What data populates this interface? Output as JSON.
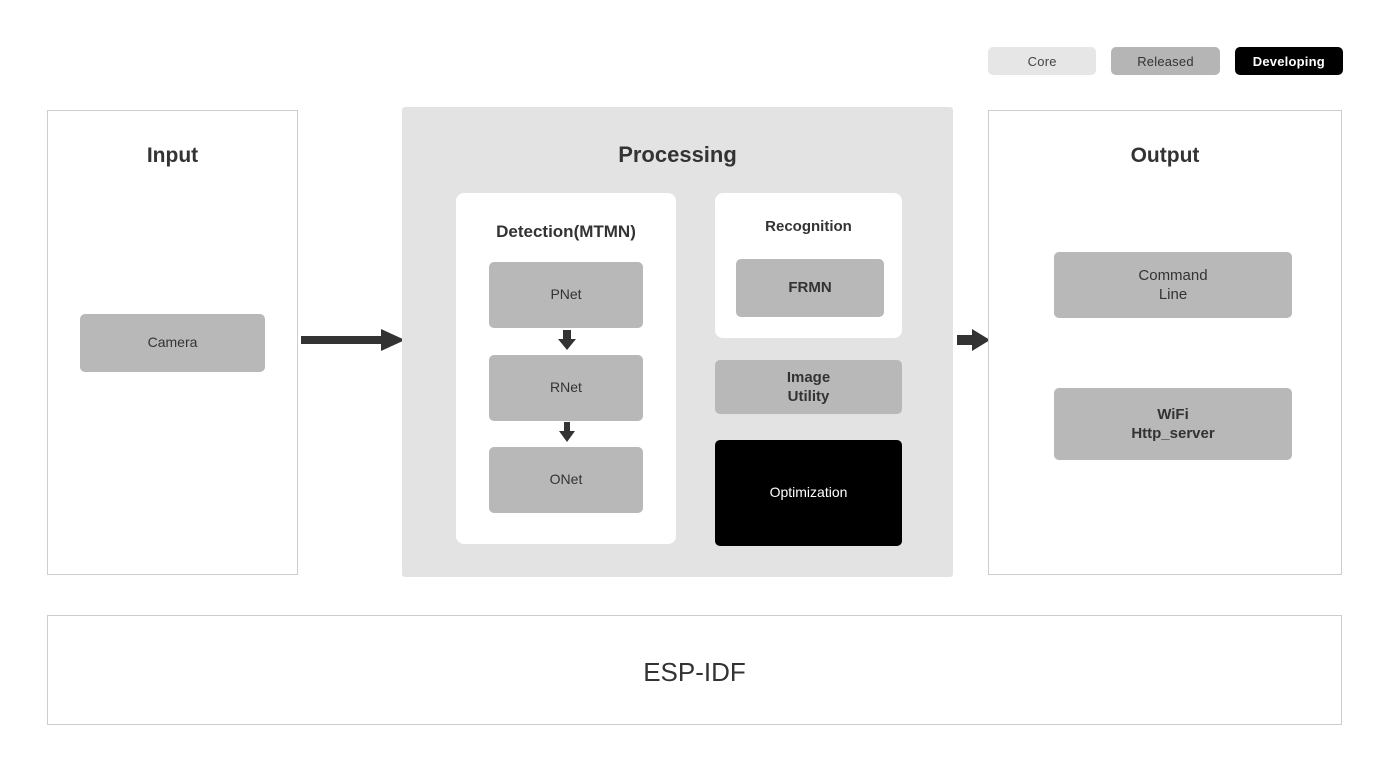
{
  "legend": {
    "items": [
      {
        "label": "Core",
        "color": "#e6e6e6",
        "text_color": "#444444"
      },
      {
        "label": "Released",
        "color": "#b5b5b5",
        "text_color": "#333333"
      },
      {
        "label": "Developing",
        "color": "#000000",
        "text_color": "#ffffff"
      }
    ]
  },
  "input": {
    "title": "Input",
    "nodes": [
      {
        "label": "Camera",
        "status": "released"
      }
    ]
  },
  "processing": {
    "title": "Processing",
    "detection": {
      "title": "Detection(MTMN)",
      "nodes": [
        {
          "label": "PNet",
          "status": "released"
        },
        {
          "label": "RNet",
          "status": "released"
        },
        {
          "label": "ONet",
          "status": "released"
        }
      ]
    },
    "recognition": {
      "title": "Recognition",
      "nodes": [
        {
          "label": "FRMN",
          "status": "released"
        }
      ]
    },
    "utilities": [
      {
        "label": "Image\nUtility",
        "line1": "Image",
        "line2": "Utility",
        "status": "released"
      },
      {
        "label": "Optimization",
        "line1": "Optimization",
        "line2": "",
        "status": "developing"
      }
    ]
  },
  "output": {
    "title": "Output",
    "nodes": [
      {
        "line1": "Command",
        "line2": "Line",
        "status": "released"
      },
      {
        "line1": "WiFi",
        "line2": "Http_server",
        "status": "released"
      }
    ]
  },
  "foundation": {
    "title": "ESP-IDF"
  },
  "flow": {
    "input_to_processing": "arrow-right",
    "processing_to_output": "arrow-right",
    "pnet_to_rnet": "arrow-down",
    "rnet_to_onet": "arrow-down"
  },
  "colors": {
    "released_fill": "#b8b8b8",
    "core_fill": "#e6e6e6",
    "developing_fill": "#000000",
    "processing_bg": "#e3e3e3",
    "panel_border": "#cdcdcd",
    "arrow": "#333333",
    "text": "#333333"
  }
}
